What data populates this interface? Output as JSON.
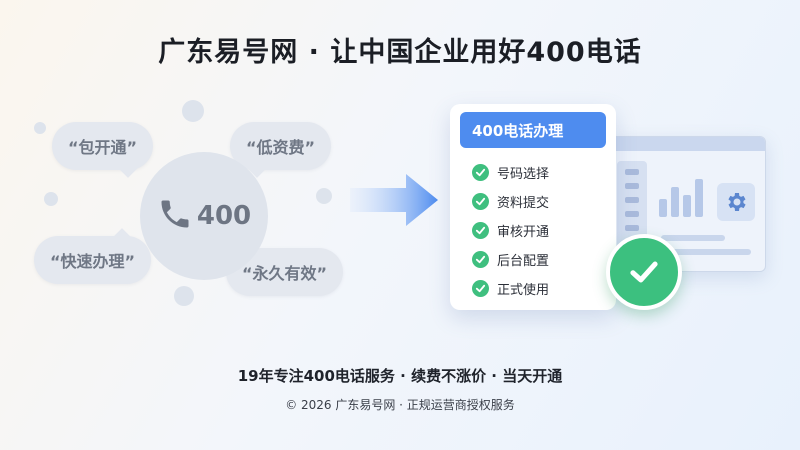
{
  "header": {
    "title": "广东易号网 · 让中国企业用好400电话"
  },
  "bubbles": [
    {
      "text": "“包开通”"
    },
    {
      "text": "“低资费”"
    },
    {
      "text": "“快速办理”"
    },
    {
      "text": "“永久有效”"
    }
  ],
  "phone": {
    "number": "400",
    "icon": "phone-icon"
  },
  "card": {
    "title": "400电话办理",
    "steps": [
      "号码选择",
      "资料提交",
      "审核开通",
      "后台配置",
      "正式使用"
    ]
  },
  "slogan": "19年专注400电话服务 · 续费不涨价 · 当天开通",
  "footer": "© 2026 广东易号网 · 正规运营商授权服务",
  "colors": {
    "accent": "#4e8cef",
    "success": "#3fbf7f",
    "bubble": "#e4e8ef"
  }
}
